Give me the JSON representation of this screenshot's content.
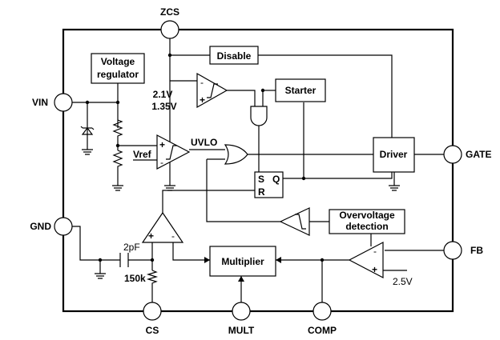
{
  "pins": {
    "zcs": "ZCS",
    "vin": "VIN",
    "gnd": "GND",
    "gate": "GATE",
    "fb": "FB",
    "cs": "CS",
    "mult": "MULT",
    "comp": "COMP"
  },
  "blocks": {
    "voltage_regulator_line1": "Voltage",
    "voltage_regulator_line2": "regulator",
    "disable": "Disable",
    "starter": "Starter",
    "driver": "Driver",
    "multiplier": "Multiplier",
    "overvoltage_line1": "Overvoltage",
    "overvoltage_line2": "detection"
  },
  "labels": {
    "v_2_1": "2.1V",
    "v_1_35": "1.35V",
    "uvlo": "UVLO",
    "vref": "Vref",
    "s": "S",
    "r": "R",
    "q": "Q",
    "cap_2pf": "2pF",
    "res_150k": "150k",
    "v_2_5": "2.5V",
    "plus": "+",
    "minus": "-"
  }
}
